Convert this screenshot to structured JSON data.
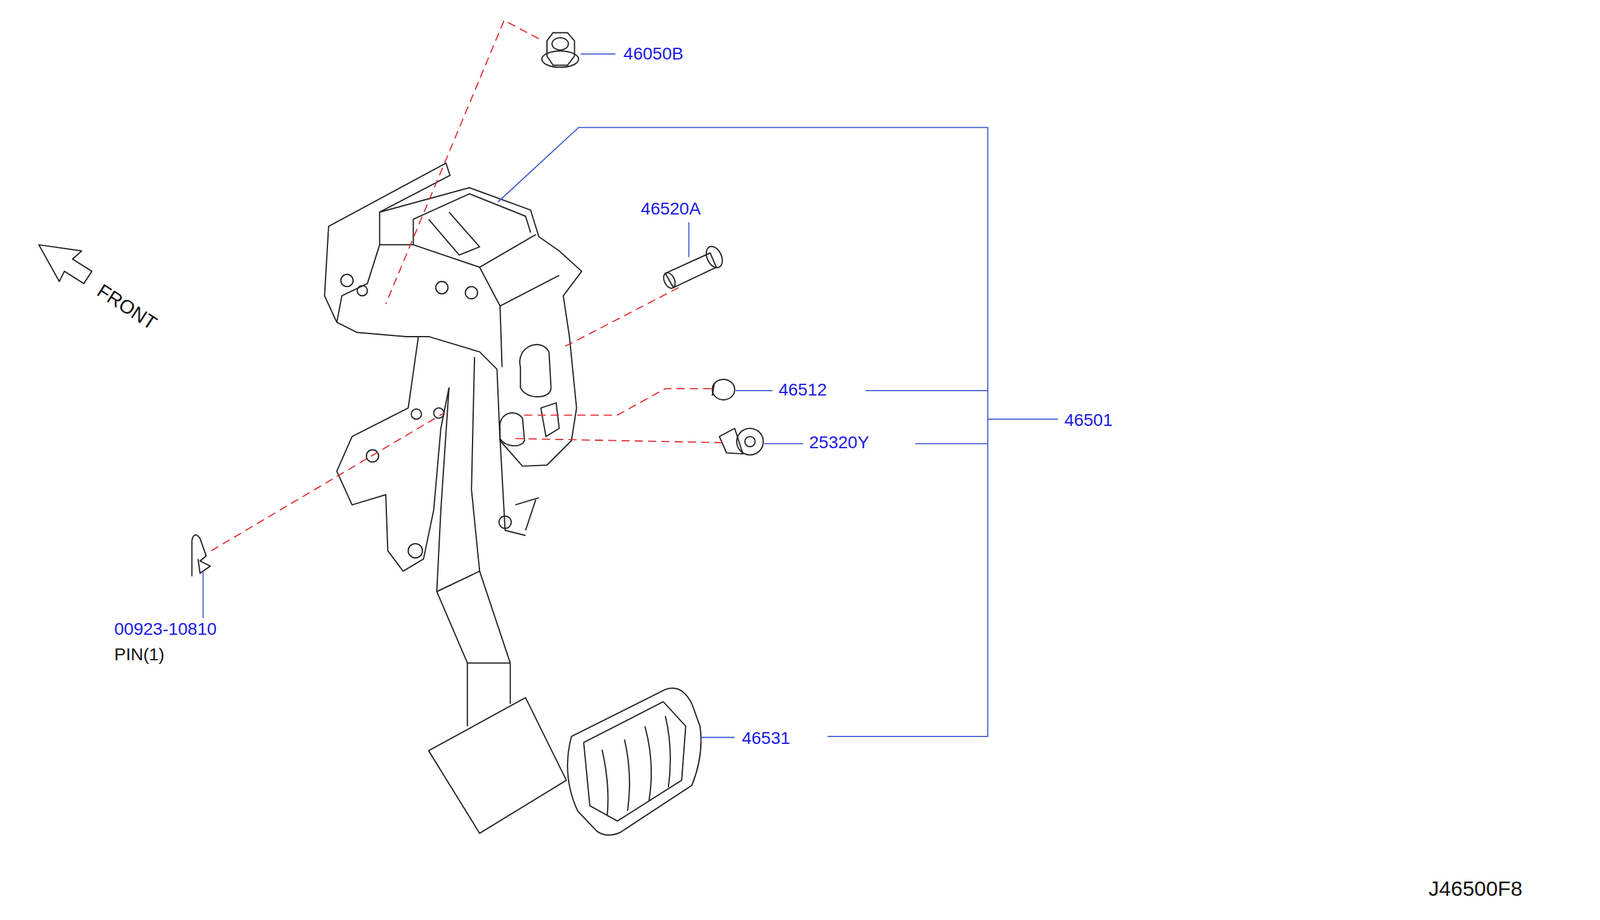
{
  "diagram": {
    "labels": [
      "46050B",
      "46520A",
      "46512",
      "46501",
      "25320Y",
      "00923-10810",
      "PIN(1)",
      "46531",
      "FRONT",
      "J46500F8"
    ]
  }
}
